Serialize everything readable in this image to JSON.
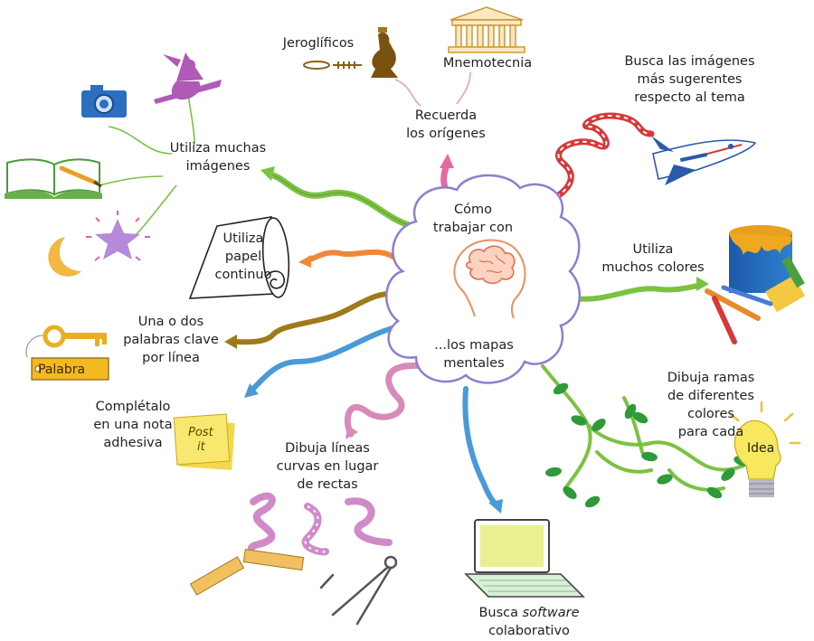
{
  "center": {
    "top": [
      "Cómo",
      "trabajar con"
    ],
    "bottom": [
      "...los mapas",
      "mentales"
    ]
  },
  "labels": {
    "recuerda": [
      "Recuerda",
      "los orígenes"
    ],
    "jeroglificos": "Jeroglíficos",
    "mnemotecnia": "Mnemotecnia",
    "busca_imagenes": [
      "Busca las imágenes",
      "más sugerentes",
      "respecto al tema"
    ],
    "utiliza_imagenes": [
      "Utiliza muchas",
      "imágenes"
    ],
    "utiliza_papel": [
      "Utiliza",
      "papel",
      "continuo"
    ],
    "palabras_clave": [
      "Una o dos",
      "palabras clave",
      "por línea"
    ],
    "completalo": [
      "Complétalo",
      "en una nota",
      "adhesiva"
    ],
    "dibuja_lineas": [
      "Dibuja líneas",
      "curvas en lugar",
      "de rectas"
    ],
    "busca_software": [
      "Busca ",
      "software",
      "colaborativo"
    ],
    "dibuja_ramas": [
      "Dibuja ramas",
      "de diferentes",
      "colores",
      "para cada"
    ],
    "utiliza_colores": [
      "Utiliza",
      "muchos colores"
    ]
  },
  "tags": {
    "palabra": "Palabra",
    "postit": [
      "Post",
      "it"
    ],
    "idea": "Idea"
  },
  "icons": [
    "camera-icon",
    "witch-icon",
    "book-icon",
    "moon-icon",
    "star-icon",
    "scroll-icon",
    "key-icon",
    "post-it-icon",
    "ruler-icon",
    "compass-icon",
    "laptop-icon",
    "lightbulb-icon",
    "paint-can-icon",
    "brush-icon",
    "pencils-icon",
    "shuttle-icon",
    "temple-icon",
    "hieroglyph-icon",
    "brain-icon"
  ],
  "colors": {
    "outline": "#6b5bb5",
    "green_branch": "#7cc242",
    "orange_branch": "#f0883a",
    "olive_branch": "#a07a1a",
    "blue_branch": "#4a9ad8",
    "pink_branch": "#d88ab8",
    "red_branch": "#d8383a",
    "leaf_green": "#2e9a3a"
  }
}
